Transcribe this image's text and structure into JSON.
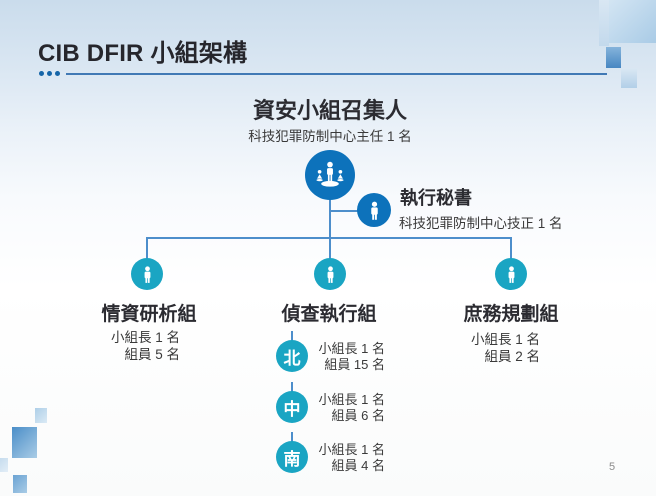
{
  "slide": {
    "title": "CIB DFIR 小組架構",
    "page_number": "5"
  },
  "org": {
    "root": {
      "title": "資安小組召集人",
      "subtitle": "科技犯罪防制中心主任 1 名",
      "icon": "team-leader-icon"
    },
    "secretary": {
      "title": "執行秘書",
      "subtitle": "科技犯罪防制中心技正 1 名",
      "icon": "person-icon"
    },
    "groups": [
      {
        "name": "情資研析組",
        "icon": "person-icon",
        "lines": [
          "小組長 1 名",
          "組員 5 名"
        ]
      },
      {
        "name": "偵查執行組",
        "icon": "person-icon",
        "regions": [
          {
            "badge": "北",
            "lines": [
              "小組長 1 名",
              "組員 15 名"
            ]
          },
          {
            "badge": "中",
            "lines": [
              "小組長 1 名",
              "組員 6 名"
            ]
          },
          {
            "badge": "南",
            "lines": [
              "小組長 1 名",
              "組員 4 名"
            ]
          }
        ]
      },
      {
        "name": "庶務規劃組",
        "icon": "person-icon",
        "lines": [
          "小組長 1 名",
          "組員 2 名"
        ]
      }
    ]
  },
  "colors": {
    "node_blue": "#0d72bb",
    "node_teal": "#1aa5c3",
    "connector": "#4d8ecb",
    "accent_rule": "#4179b5",
    "accent_dots": "#1565a8",
    "heading_text": "#2b2b31",
    "body_text": "#3a3a3a",
    "page_number_text": "#8b8b8b"
  }
}
